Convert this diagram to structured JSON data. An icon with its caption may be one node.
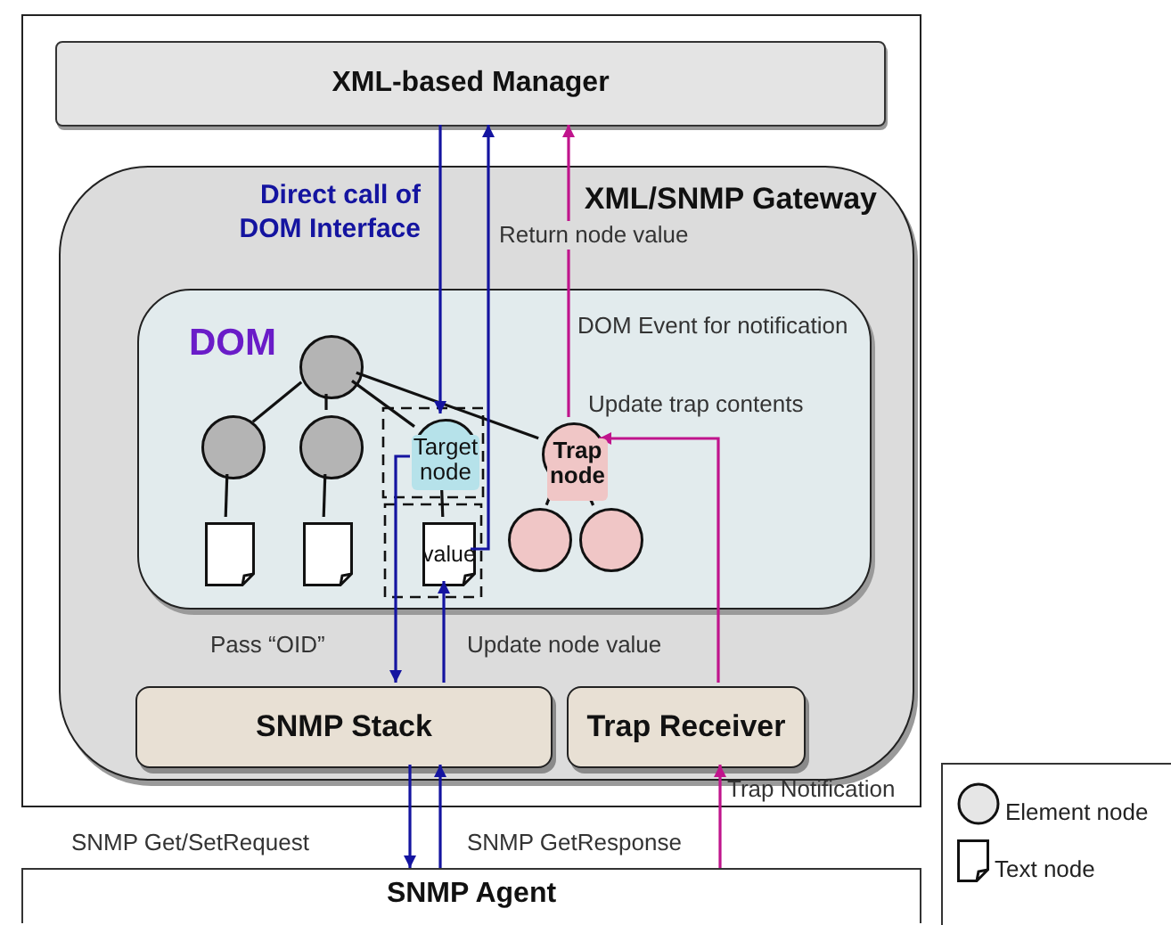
{
  "diagram": {
    "nodes": [
      {
        "text": [],
        "shape": "box"
      },
      {
        "text": [
          "XML-based Manager"
        ],
        "in": 0
      },
      {
        "text": [
          "XML/SNMP Gateway"
        ],
        "in": 0
      },
      {
        "text": [
          "DOM"
        ],
        "in": 2
      },
      {
        "text": [],
        "shape": "circle",
        "in": 3
      },
      {
        "text": [],
        "shape": "circle",
        "in": 3
      },
      {
        "text": [],
        "shape": "circle",
        "in": 3
      },
      {
        "text": [
          "Target node"
        ],
        "in": 3
      },
      {
        "text": [
          "Trap node"
        ],
        "in": 3
      },
      {
        "text": [],
        "shape": "document",
        "in": 3
      },
      {
        "text": [],
        "shape": "document",
        "in": 3
      },
      {
        "text": [
          "value"
        ],
        "in": 3
      },
      {
        "text": [],
        "shape": "circle",
        "in": 3
      },
      {
        "text": [],
        "shape": "circle",
        "in": 3
      },
      {
        "text": [
          "SNMP Stack"
        ],
        "in": 2
      },
      {
        "text": [
          "Trap Receiver"
        ],
        "in": 2
      },
      {
        "text": [
          "SNMP Agent"
        ]
      }
    ],
    "edges": [
      {
        "from": 4,
        "to": 5,
        "arrow": "none"
      },
      {
        "from": 4,
        "to": 6,
        "arrow": "none"
      },
      {
        "from": 4,
        "to": 7,
        "arrow": "none"
      },
      {
        "from": 4,
        "to": 8,
        "arrow": "none"
      },
      {
        "from": 5,
        "to": 9,
        "arrow": "none"
      },
      {
        "from": 6,
        "to": 10,
        "arrow": "none"
      },
      {
        "from": 7,
        "to": 11,
        "arrow": "none"
      },
      {
        "from": 8,
        "to": 12,
        "arrow": "none"
      },
      {
        "from": 8,
        "to": 13,
        "arrow": "none"
      },
      {
        "from": 1,
        "to": 7,
        "arrow": "to",
        "label": "Direct call of DOM Interface",
        "color": "#1414a0"
      },
      {
        "from": 11,
        "to": 1,
        "arrow": "to",
        "label": "Return node value",
        "color": "#1414a0"
      },
      {
        "from": 7,
        "to": 14,
        "arrow": "to",
        "label": "Pass “OID”",
        "color": "#1414a0"
      },
      {
        "from": 14,
        "to": 11,
        "arrow": "to",
        "label": "Update node value",
        "color": "#1414a0"
      },
      {
        "from": 8,
        "to": 1,
        "arrow": "to",
        "label": "DOM Event for notification",
        "color": "#c0148c"
      },
      {
        "from": 15,
        "to": 8,
        "arrow": "to",
        "label": "Update trap contents",
        "color": "#c0148c"
      },
      {
        "from": 14,
        "to": 16,
        "arrow": "to",
        "label": "SNMP Get/SetRequest",
        "color": "#1414a0"
      },
      {
        "from": 16,
        "to": 14,
        "arrow": "to",
        "label": "SNMP GetResponse",
        "color": "#1414a0"
      },
      {
        "from": 16,
        "to": 15,
        "arrow": "to",
        "label": "Trap Notification",
        "color": "#c0148c"
      }
    ],
    "legend": [
      {
        "text": "Element node"
      },
      {
        "text": "Text node"
      }
    ]
  }
}
